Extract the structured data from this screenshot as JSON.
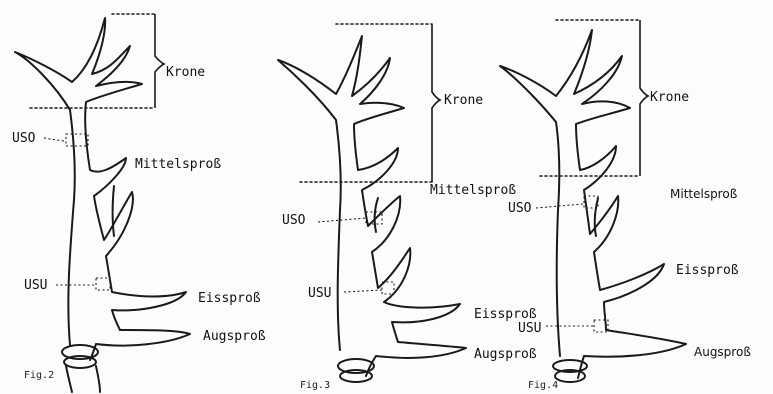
{
  "figures": [
    {
      "label": "Fig.2",
      "labels": {
        "krone": "Krone",
        "uso": "USO",
        "mittelspross": "Mittelsproß",
        "usu": "USU",
        "eisspross": "Eissproß",
        "augspross": "Augsproß"
      }
    },
    {
      "label": "Fig.3",
      "labels": {
        "krone": "Krone",
        "mittelspross": "Mittelsproß",
        "uso": "USO",
        "usu": "USU",
        "eisspross": "Eissproß",
        "augspross": "Augsproß"
      }
    },
    {
      "label": "Fig.4",
      "labels": {
        "krone": "Krone",
        "mittelspross": "Mittelsproß",
        "uso": "USO",
        "eisspross": "Eissproß",
        "usu": "USU",
        "augspross": "Augsproß"
      }
    }
  ]
}
